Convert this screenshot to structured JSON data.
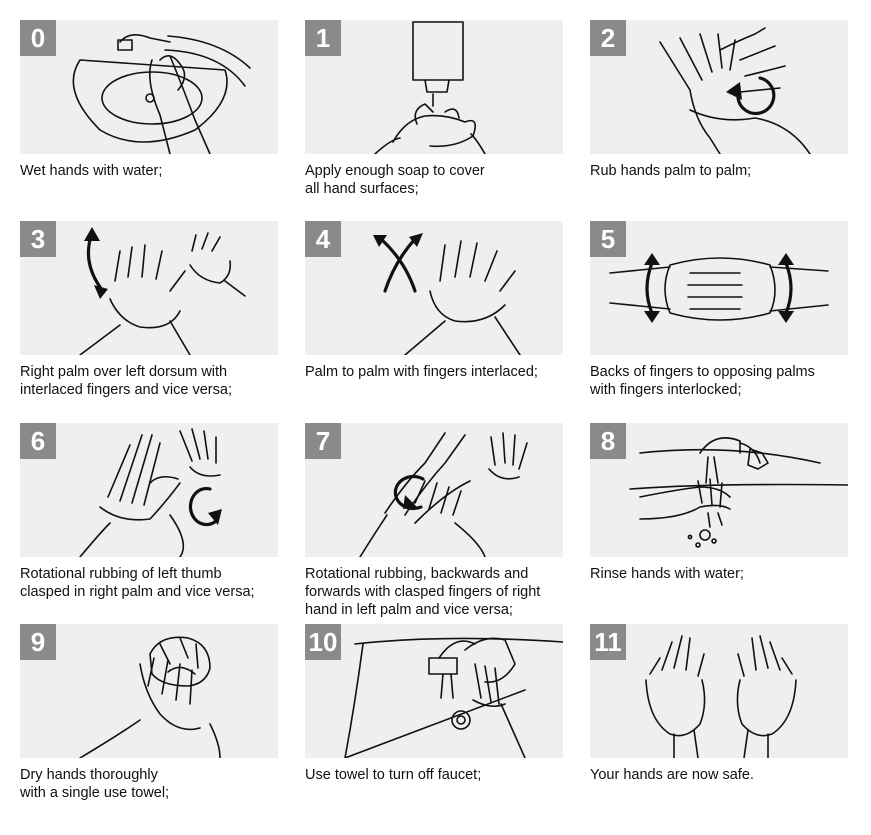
{
  "steps": [
    {
      "number": "0",
      "caption": [
        "Wet hands with water;"
      ]
    },
    {
      "number": "1",
      "caption": [
        "Apply enough soap to cover",
        "all hand surfaces;"
      ]
    },
    {
      "number": "2",
      "caption": [
        "Rub hands palm to palm;"
      ]
    },
    {
      "number": "3",
      "caption": [
        "Right palm over left dorsum with",
        "interlaced fingers and vice versa;"
      ]
    },
    {
      "number": "4",
      "caption": [
        "Palm to palm with fingers interlaced;"
      ]
    },
    {
      "number": "5",
      "caption": [
        "Backs of fingers to opposing palms",
        "with fingers interlocked;"
      ]
    },
    {
      "number": "6",
      "caption": [
        "Rotational rubbing of left thumb",
        "clasped in right palm and vice versa;"
      ]
    },
    {
      "number": "7",
      "caption": [
        "Rotational rubbing, backwards and",
        "forwards with clasped fingers of right",
        "hand in left palm and vice versa;"
      ]
    },
    {
      "number": "8",
      "caption": [
        "Rinse hands with water;"
      ]
    },
    {
      "number": "9",
      "caption": [
        "Dry hands thoroughly",
        "with a single use towel;"
      ]
    },
    {
      "number": "10",
      "caption": [
        "Use towel to turn off faucet;"
      ]
    },
    {
      "number": "11",
      "caption": [
        "Your hands are now safe."
      ]
    }
  ],
  "icons": [
    "faucet-wet-hands-illustration",
    "soap-dispenser-illustration",
    "palm-to-palm-rub-illustration",
    "palm-over-dorsum-illustration",
    "fingers-interlaced-illustration",
    "backs-of-fingers-illustration",
    "thumb-rotation-illustration",
    "fingertips-rotation-illustration",
    "rinse-hands-illustration",
    "towel-dry-illustration",
    "towel-faucet-illustration",
    "clean-hands-illustration"
  ],
  "colors": {
    "panel": "#efefef",
    "badge": "#8a8a8a",
    "text": "#111111"
  }
}
